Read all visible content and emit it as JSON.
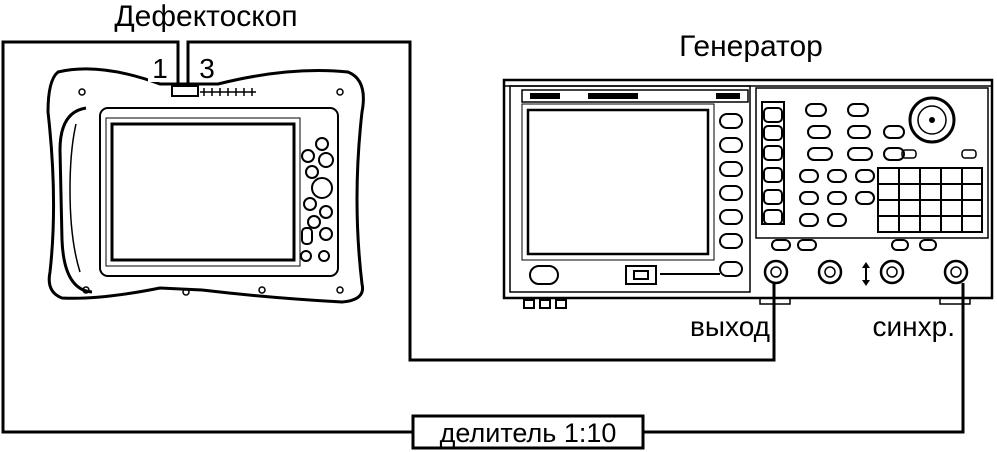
{
  "labels": {
    "flaw_detector": "Дефектоскоп",
    "generator": "Генератор",
    "port_1": "1",
    "port_3": "3",
    "output": "выход",
    "sync": "синхр.",
    "divider": "делитель 1:10"
  },
  "colors": {
    "line": "#000000",
    "background": "#ffffff"
  }
}
